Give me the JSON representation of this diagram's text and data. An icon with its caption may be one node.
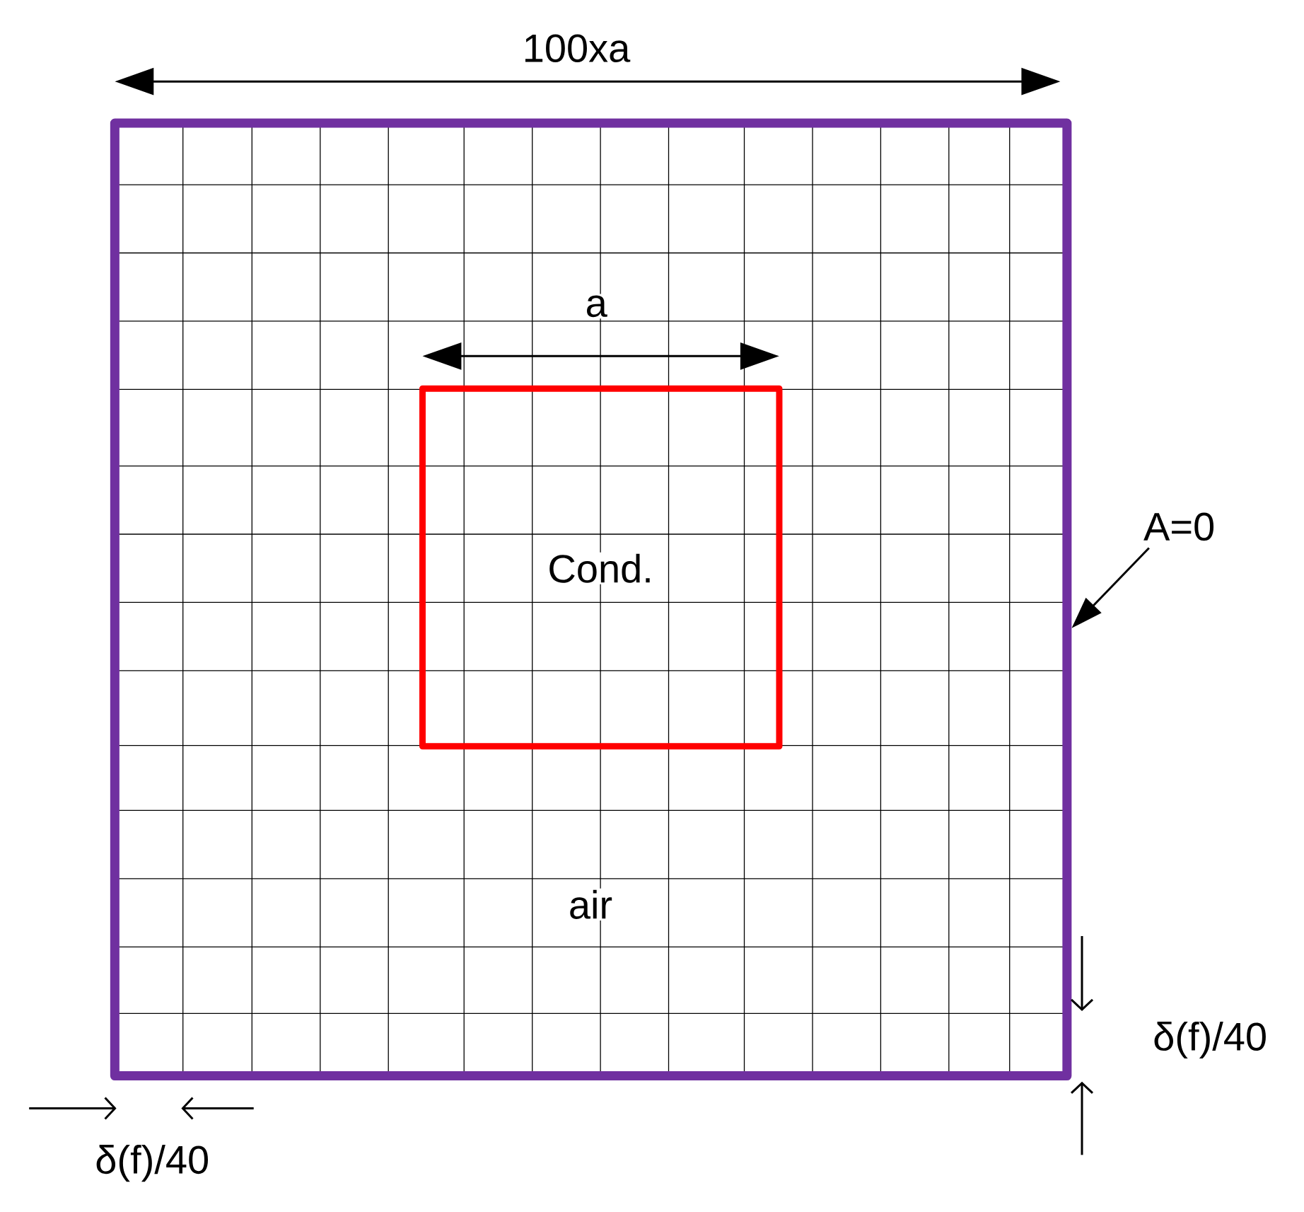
{
  "diagram": {
    "nodes": [
      {
        "text": [
          "air"
        ]
      },
      {
        "text": [
          "Cond."
        ],
        "in": 0
      },
      {
        "text": [
          "A=0"
        ]
      }
    ],
    "edges": [
      {
        "from": 2,
        "to": 0,
        "arrow": "to"
      }
    ],
    "labels": [
      "100xa",
      "a",
      "δ(f)/40",
      "δ(f)/40"
    ]
  }
}
